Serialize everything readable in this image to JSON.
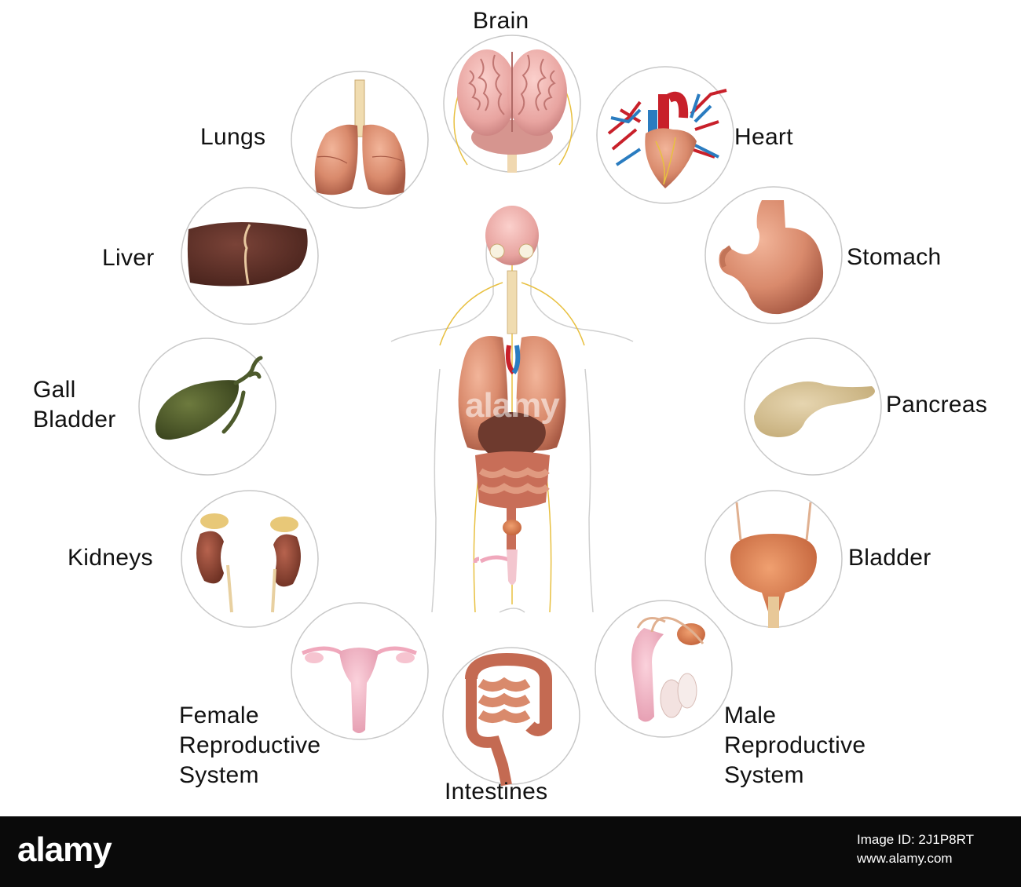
{
  "labels": {
    "brain": "Brain",
    "heart": "Heart",
    "lungs": "Lungs",
    "stomach": "Stomach",
    "liver": "Liver",
    "pancreas": "Pancreas",
    "gall_bladder": "Gall\nBladder",
    "bladder": "Bladder",
    "kidneys": "Kidneys",
    "male": "Male\nReproductive\nSystem",
    "female": "Female\nReproductive\nSystem",
    "intestines": "Intestines"
  },
  "footer": {
    "logo": "alamy",
    "image_id_label": "Image ID: 2J1P8RT",
    "site": "www.alamy.com"
  },
  "watermark": "alamy",
  "colors": {
    "circle_stroke": "#c8c8c8",
    "organ_flesh": "#d98a6c",
    "liver": "#5e3128",
    "gallbladder": "#4d5a2c",
    "pancreas": "#d8c49a",
    "vessel_red": "#c8202a",
    "vessel_blue": "#2a7cc0",
    "nerve": "#e8c040"
  }
}
